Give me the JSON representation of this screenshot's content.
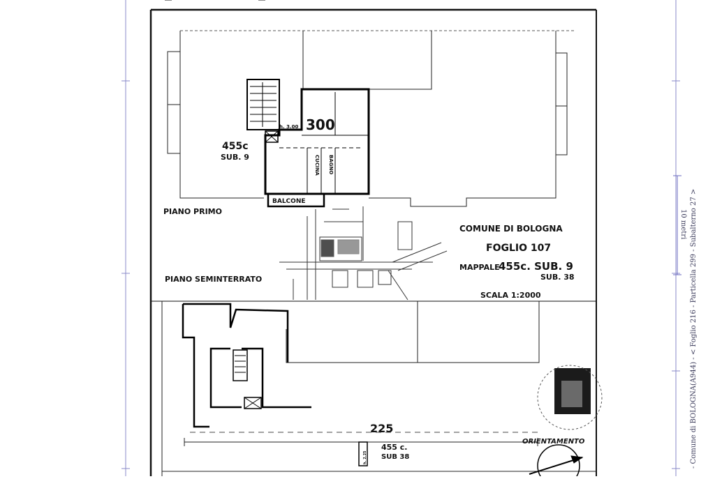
{
  "plan": {
    "floor_upper": "PIANO PRIMO",
    "floor_lower": "PIANO SEMINTERRATO",
    "room_cucina": "CUCINA",
    "room_bagno": "BAGNO",
    "room_balcone": "BALCONE",
    "height_upper": "h. 3.00",
    "height_lower": "h. 2.25",
    "unit_upper_main": "300",
    "unit_upper_mappale": "455c",
    "unit_upper_sub": "SUB. 9",
    "unit_lower_main": "225",
    "unit_lower_mappale": "455 c.",
    "unit_lower_sub": "SUB 38"
  },
  "title_block": {
    "comune": "COMUNE DI BOLOGNA",
    "foglio": "FOGLIO 107",
    "mappale_label": "MAPPALE",
    "mappale_value": "455c. SUB. 9",
    "sub2": "SUB. 38",
    "scala": "SCALA 1:2000",
    "orientamento": "ORIENTAMENTO"
  },
  "margin": {
    "scale_label": "10 metri",
    "reference": "- Comune di BOLOGNA(A944) - < Foglio 216 - Particella 299 - Subalterno 27 >"
  }
}
